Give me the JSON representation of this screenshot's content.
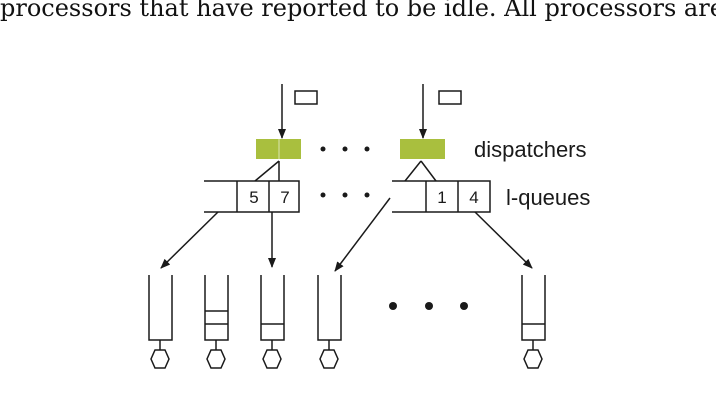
{
  "text": {
    "cutoff_line": "processors that have reported to be idle.  All processors are acc"
  },
  "labels": {
    "dispatchers": "dispatchers",
    "lqueues": "l-queues"
  },
  "lqueue_left": {
    "cell1": "5",
    "cell2": "7"
  },
  "lqueue_right": {
    "cell1": "1",
    "cell2": "4"
  },
  "colors": {
    "dispatcher_fill": "#a9bf3e",
    "line": "#1a1a1a"
  },
  "icons": {
    "ellipsis": "dots",
    "incoming_task": "small-rectangle",
    "processor": "hexagon"
  }
}
